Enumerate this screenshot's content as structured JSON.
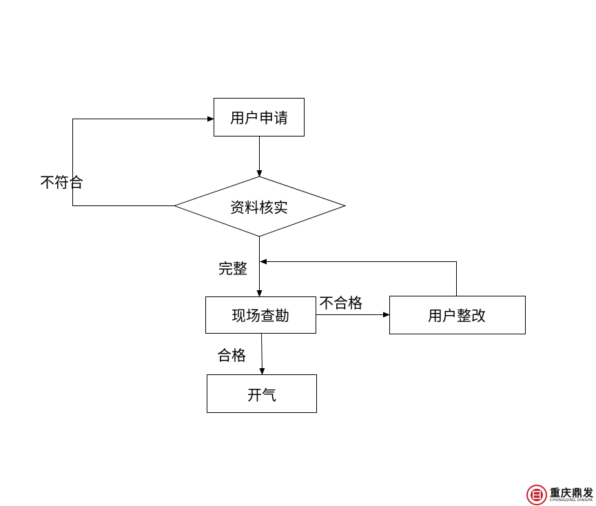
{
  "nodes": {
    "apply": "用户申请",
    "verify": "资料核实",
    "survey": "现场查勘",
    "rectify": "用户整改",
    "open": "开气"
  },
  "edges": {
    "not_conform": "不符合",
    "complete": "完整",
    "unqualified": "不合格",
    "qualified": "合格"
  },
  "logo": {
    "name": "重庆鼎发",
    "subtitle": "CHONGQING DINGFA",
    "color": "#c8232c"
  }
}
